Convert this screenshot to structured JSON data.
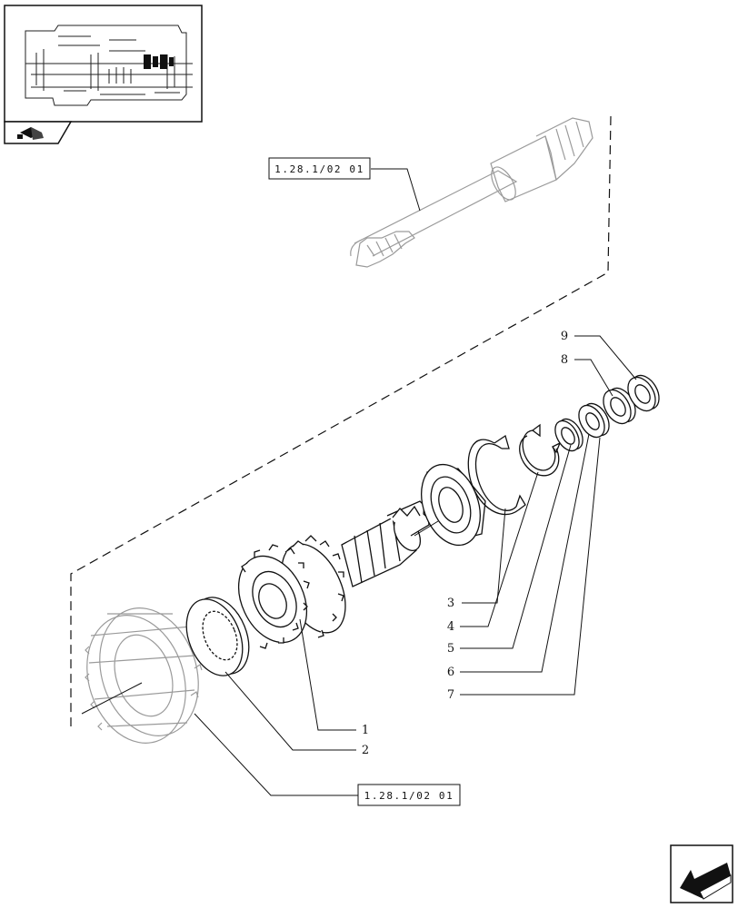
{
  "references": {
    "top": "1.28.1/02 01",
    "bottom": "1.28.1/02 01"
  },
  "callouts": {
    "left_column": [
      "3",
      "4",
      "5",
      "6",
      "7"
    ],
    "bottom": [
      "1",
      "2"
    ],
    "top_right": [
      "9",
      "8"
    ]
  },
  "icons": {
    "thumbnail_tab": "book-page-icon",
    "navigation": "back-arrow-icon"
  },
  "colors": {
    "line": "#111111",
    "ghost_part": "#9a9a9a",
    "highlight": "#111111"
  }
}
